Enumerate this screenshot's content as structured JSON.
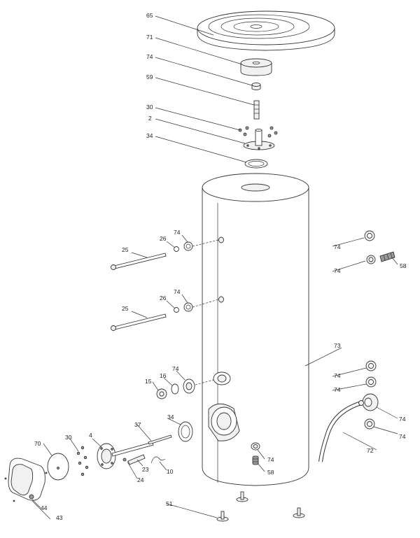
{
  "labels": {
    "l65": "65",
    "l71": "71",
    "l74_top": "74",
    "l59": "59",
    "l30_top": "30",
    "l2": "2",
    "l34_top": "34",
    "l26_a": "26",
    "l74_a": "74",
    "l25_a": "25",
    "l26_b": "26",
    "l74_b": "74",
    "l25_b": "25",
    "l74_r1": "74",
    "l74_r2": "74",
    "l58_r": "58",
    "l73": "73",
    "l74_r3": "74",
    "l74_r4": "74",
    "l74_r5": "74",
    "l74_r6": "74",
    "l72": "72",
    "l15": "15",
    "l16": "16",
    "l74_c": "74",
    "l34_low": "34",
    "l37": "37",
    "l4": "4",
    "l30_low": "30",
    "l70": "70",
    "l23": "23",
    "l24": "24",
    "l10": "10",
    "l74_bot": "74",
    "l58_bot": "58",
    "l51": "51",
    "l44": "44",
    "l43": "43"
  }
}
